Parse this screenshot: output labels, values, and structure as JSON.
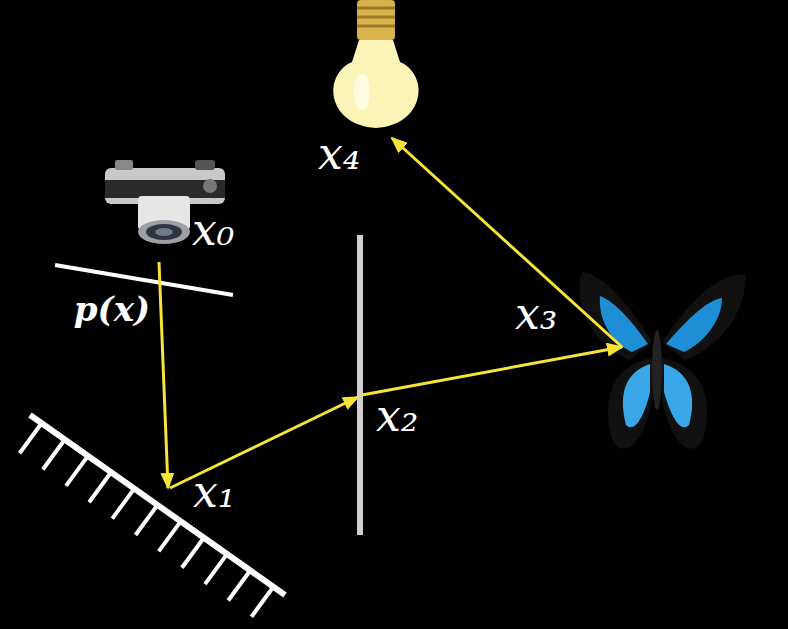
{
  "diagram": {
    "labels": [
      "x₀",
      "p(x)",
      "x₁",
      "x₂",
      "x₃",
      "x₄"
    ]
  }
}
